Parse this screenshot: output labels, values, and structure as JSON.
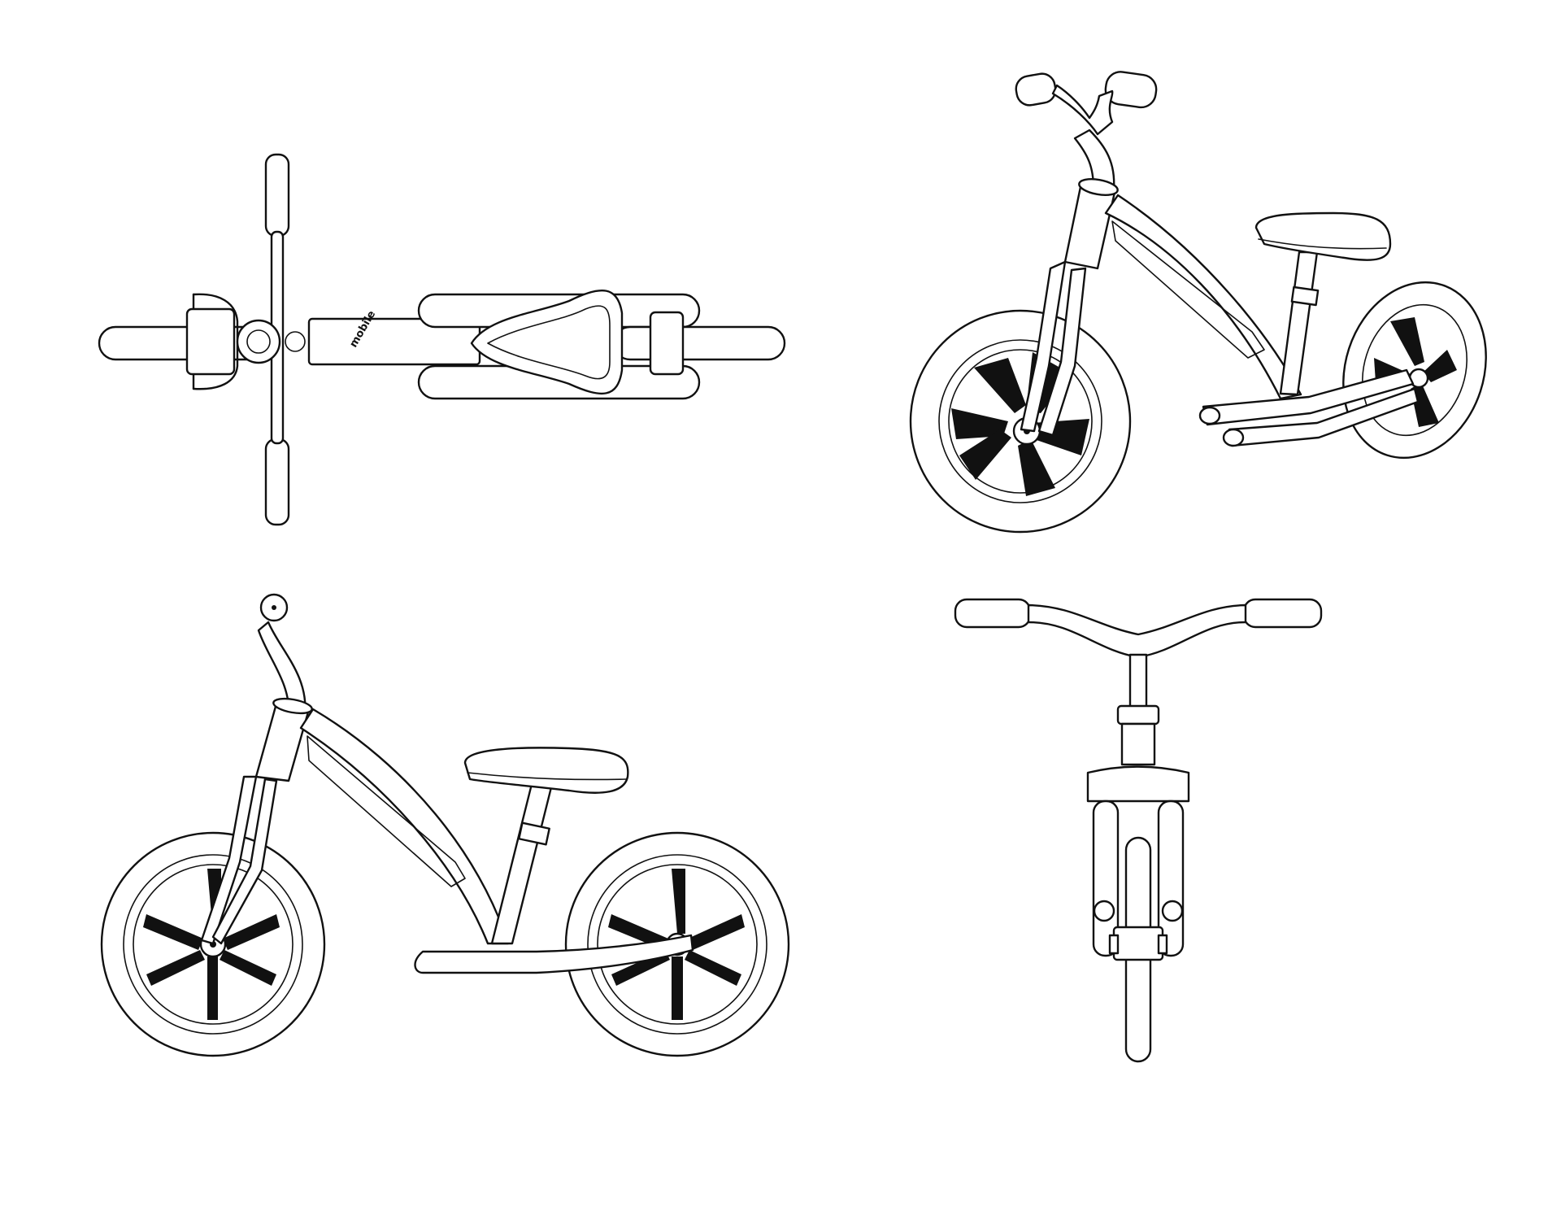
{
  "drawing": {
    "subject": "balance bike",
    "views": [
      {
        "id": "top",
        "label": ""
      },
      {
        "id": "perspective",
        "label": ""
      },
      {
        "id": "side",
        "label": ""
      },
      {
        "id": "front",
        "label": ""
      }
    ],
    "brand_mark": "mobile",
    "colors": {
      "line": "#111111",
      "background": "#ffffff"
    }
  }
}
